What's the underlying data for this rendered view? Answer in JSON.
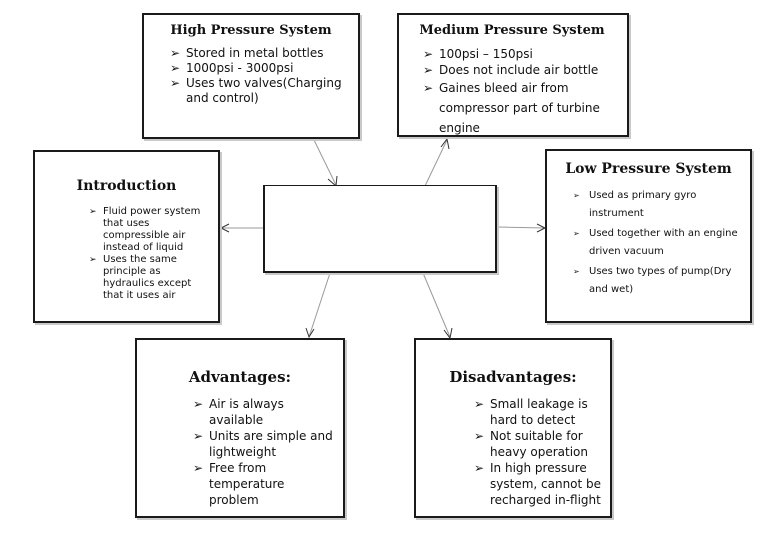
{
  "high": {
    "title": "High Pressure System",
    "items": [
      "Stored in metal bottles",
      "1000psi - 3000psi",
      "Uses two valves(Charging and control)"
    ]
  },
  "medium": {
    "title": "Medium Pressure System",
    "items": [
      "100psi – 150psi",
      "Does not include air bottle",
      "Gaines bleed air from compressor part of turbine engine"
    ]
  },
  "intro": {
    "title": "Introduction",
    "items": [
      "Fluid power system that uses compressible air instead of liquid",
      "Uses the same principle as hydraulics except that it uses air"
    ]
  },
  "low": {
    "title": "Low Pressure System",
    "items": [
      "Used as primary gyro instrument",
      "Used together with an engine driven vacuum",
      "Uses two types of pump(Dry and wet)"
    ]
  },
  "advantages": {
    "title": "Advantages:",
    "items": [
      "Air is always available",
      "Units are simple and lightweight",
      "Free from temperature problem"
    ]
  },
  "disadvantages": {
    "title": "Disadvantages:",
    "items": [
      "Small leakage is hard to detect",
      "Not suitable for heavy operation",
      "In high pressure system, cannot be recharged in-flight"
    ]
  },
  "bullet_glyph": "➢"
}
